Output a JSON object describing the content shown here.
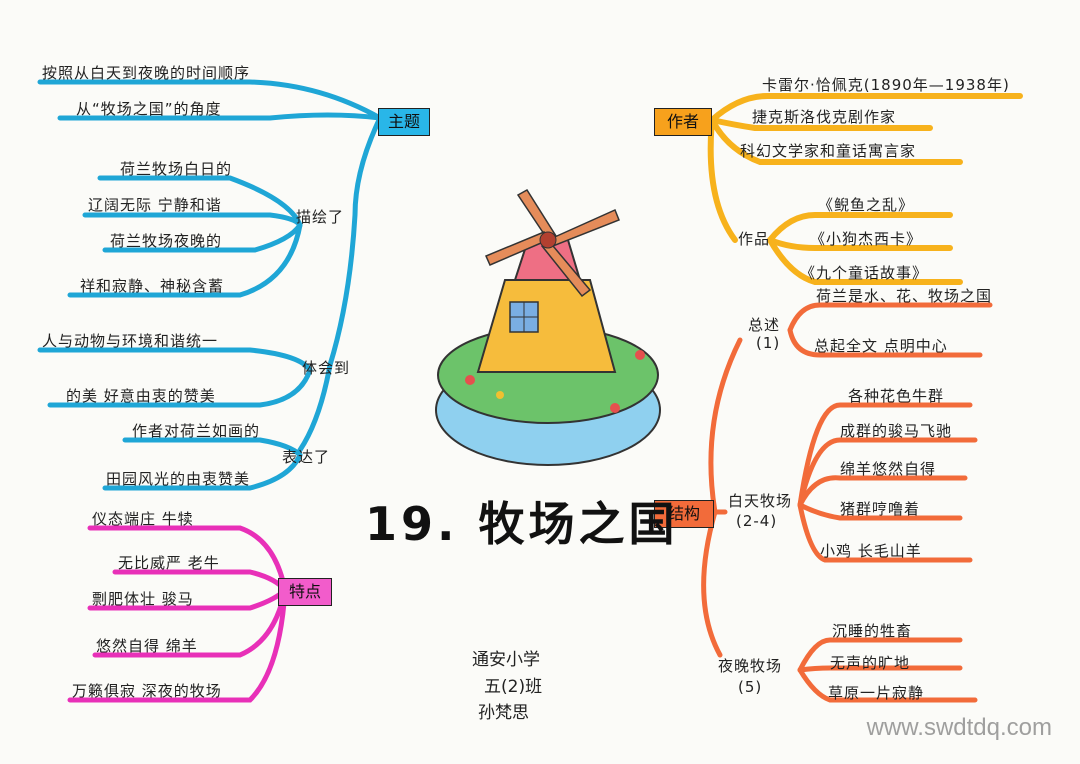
{
  "title": "19. 牧场之国",
  "school": [
    "通安小学",
    "五(2)班",
    "孙梵思"
  ],
  "watermark": "www.swdtdq.com",
  "colors": {
    "blue": "#1fa6d6",
    "orange": "#f7b21c",
    "red": "#f26b3a",
    "pink": "#e830b8"
  },
  "left": {
    "theme": {
      "label": "主题",
      "items": [
        "按照从白天到夜晚的时间顺序",
        "从“牧场之国”的角度"
      ]
    },
    "depict": {
      "label": "描绘了",
      "items": [
        "荷兰牧场白日的",
        "辽阔无际 宁静和谐",
        "荷兰牧场夜晚的",
        "祥和寂静、神秘含蓄"
      ]
    },
    "realize": {
      "label": "体会到",
      "items": [
        "人与动物与环境和谐统一",
        "的美 好意由衷的赞美"
      ]
    },
    "express": {
      "label": "表达了",
      "items": [
        "作者对荷兰如画的",
        "田园风光的由衷赞美"
      ]
    },
    "features": {
      "label": "特点",
      "items": [
        "仪态端庄 牛犊",
        "无比威严 老牛",
        "剽肥体壮 骏马",
        "悠然自得 绵羊",
        "万籁俱寂 深夜的牧场"
      ]
    }
  },
  "right": {
    "author": {
      "label": "作者",
      "items": [
        "卡雷尔·恰佩克(1890年—1938年)",
        "捷克斯洛伐克剧作家",
        "科幻文学家和童话寓言家"
      ],
      "works_label": "作品",
      "works": [
        "《鲵鱼之乱》",
        "《小狗杰西卡》",
        "《九个童话故事》"
      ]
    },
    "structure": {
      "label": "结构",
      "summary": {
        "label": "总述",
        "para": "(1)",
        "items": [
          "荷兰是水、花、牧场之国",
          "总起全文 点明中心"
        ]
      },
      "day": {
        "label": "白天牧场",
        "para": "(2-4)",
        "items": [
          "各种花色牛群",
          "成群的骏马飞驰",
          "绵羊悠然自得",
          "猪群哼噜着",
          "小鸡 长毛山羊"
        ]
      },
      "night": {
        "label": "夜晚牧场",
        "para": "(5)",
        "items": [
          "沉睡的牲畜",
          "无声的旷地",
          "草原一片寂静"
        ]
      }
    }
  }
}
